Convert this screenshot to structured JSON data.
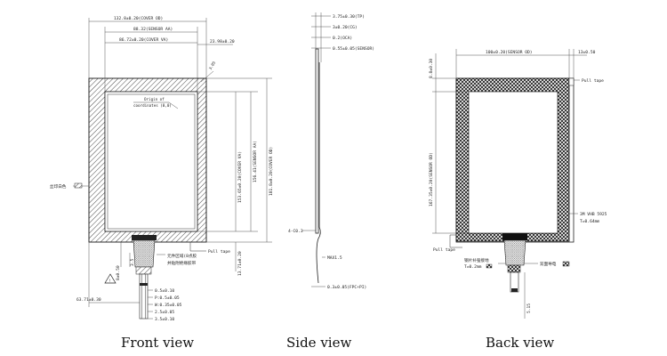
{
  "front": {
    "caption": "Front view",
    "cover_od_w": "132.8±0.20(COVER OD)",
    "sensor_aa_w": "88.32(SENSOR AA)",
    "cover_va_w": "86.72±0.20(COVER VA)",
    "right_margin": "23.98±0.20",
    "corner": "3.05",
    "origin_1": "Origin of",
    "origin_2": "coordinates (0,0)",
    "cover_va_h": "153.65±0.20(COVER VA)",
    "sensor_aa_h": "156.41(SENSOR AA)",
    "cover_od_h": "181.8±0.20(COVER OD)",
    "bottom_margin": "13.71±0.20",
    "pull_tape": "Pull tape",
    "silk_color": "丝印白色",
    "fpc_w": "8±0.50",
    "fpc_seg": "3.5",
    "note_1": "元件区域(8点胶",
    "note_2": "并贴附绝缘胶带",
    "fpc_left": "63.71±0.30",
    "pin_1": "0.5±0.10",
    "pin_2": "P:0.5±0.05",
    "pin_3": "W:0.35±0.05",
    "pin_4": "2.5±0.05",
    "pin_5": "3.5±0.10"
  },
  "side": {
    "caption": "Side view",
    "total_t": "3.75±0.30(TP)",
    "cg_t": "3±0.20(CG)",
    "oca_t": "0.2(OCA)",
    "sensor_t": "0.55±0.05(SENSOR)",
    "bend": "4-C0.3",
    "max": "MAX1.5",
    "fpc_t": "0.3±0.05(FPC+PI)"
  },
  "back": {
    "caption": "Back view",
    "top_gap": "8.8±0.30",
    "sensor_od_w": "100±0.20(SENSOR OD)",
    "right_gap": "13±0.50",
    "pull_tape_top": "Pull tape",
    "sensor_od_h": "167.35±0.20(SENSOR OD)",
    "tape_1": "3M VHB 5925",
    "tape_2": "T=0.64mm",
    "pull_tape_bottom": "Pull tape",
    "steel_1": "钢片补强接地",
    "steel_2": "T=0.2mm",
    "conductive": "双面导电",
    "tail_len": "5.15"
  }
}
